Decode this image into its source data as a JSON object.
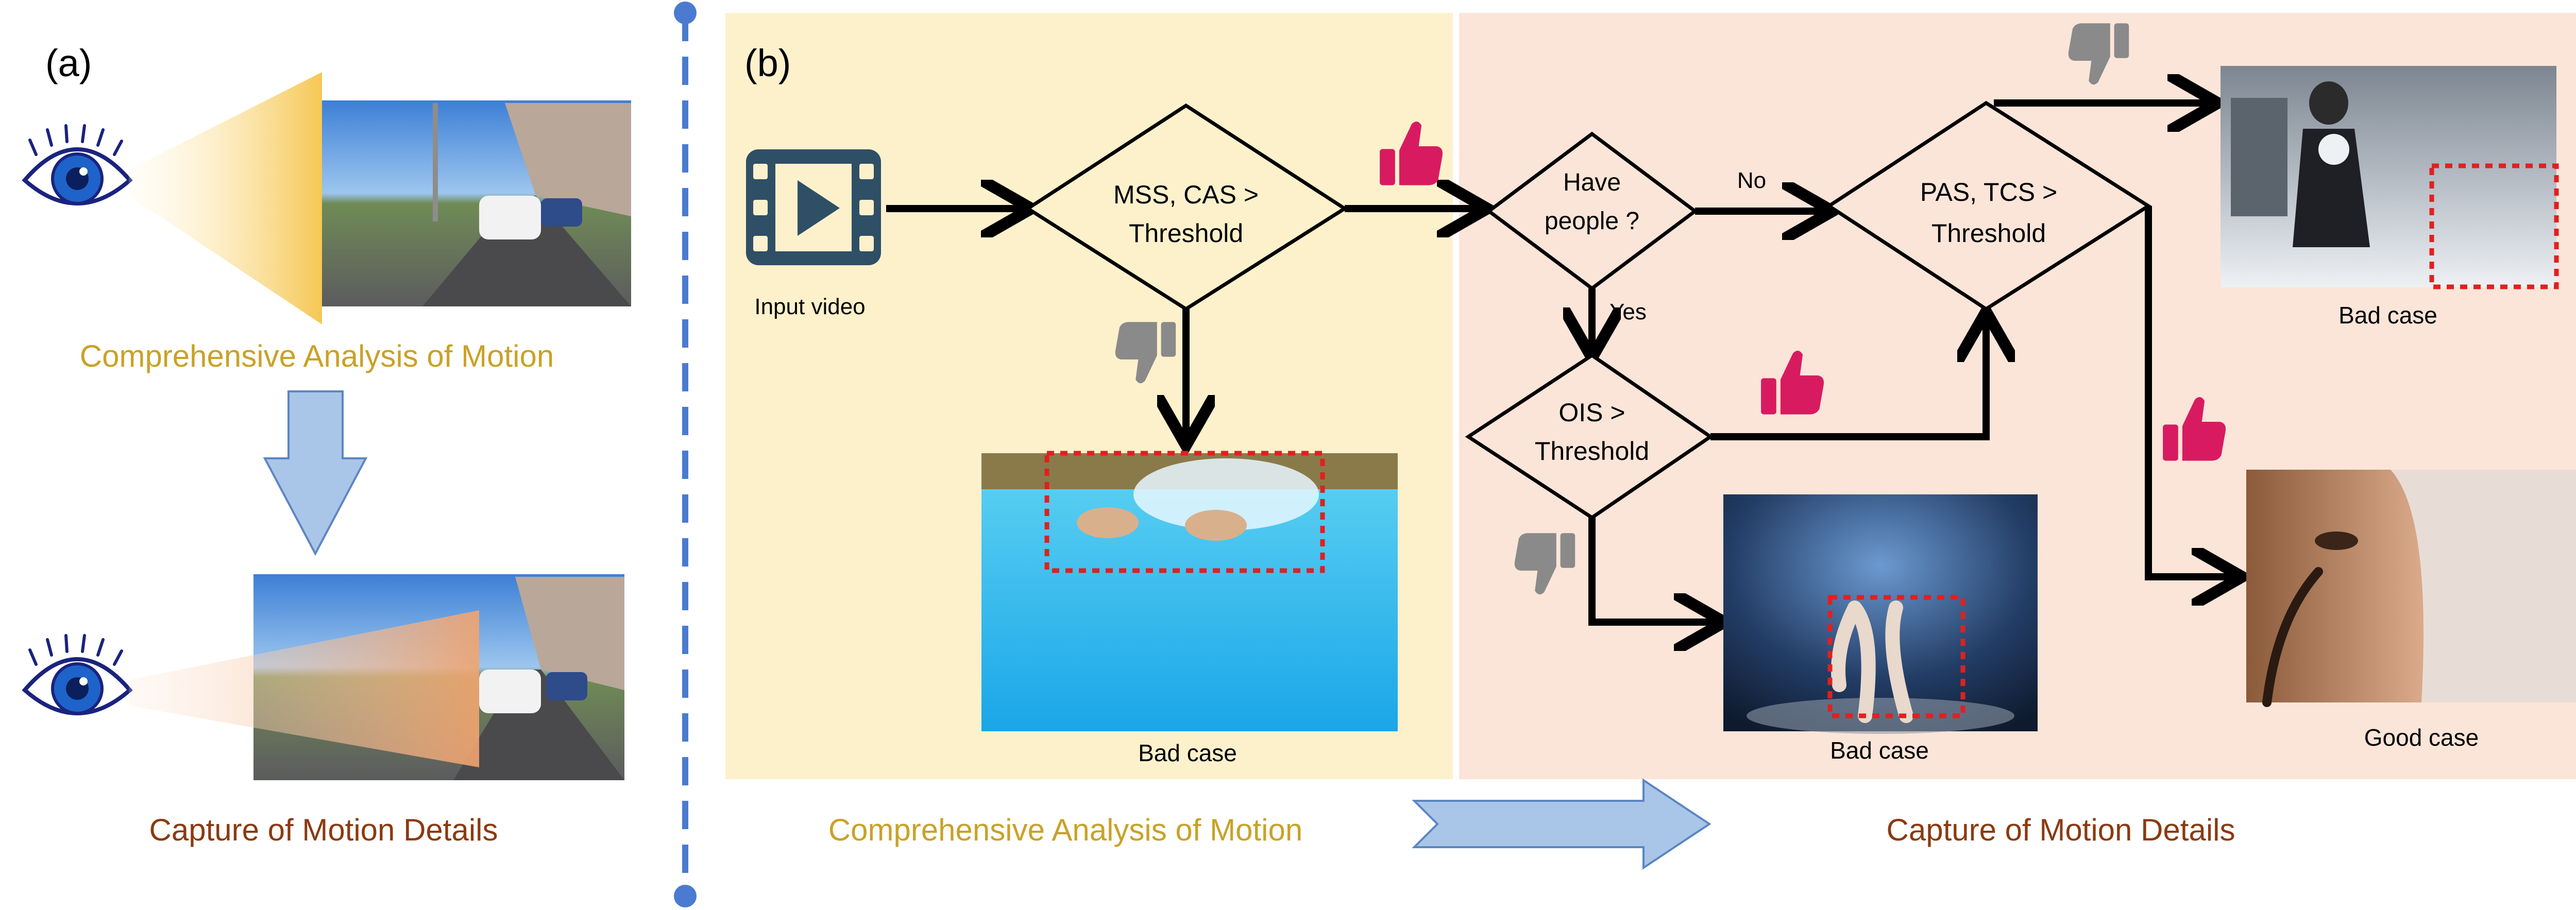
{
  "panel_a": {
    "label": "(a)",
    "top_caption": "Comprehensive Analysis of Motion",
    "bottom_caption": "Capture of Motion Details"
  },
  "panel_b": {
    "label": "(b)",
    "input_label": "Input video",
    "decision1": {
      "line1": "MSS, CAS >",
      "line2": "Threshold"
    },
    "decision2": {
      "line1": "Have",
      "line2": "people ?"
    },
    "decision3": {
      "line1": "PAS, TCS >",
      "line2": "Threshold"
    },
    "decision4": {
      "line1": "OIS >",
      "line2": "Threshold"
    },
    "edge_no": "No",
    "edge_yes": "Yes",
    "case_pool": "Bad case",
    "case_snow": "Bad case",
    "case_dance": "Bad case",
    "case_makeup": "Good case",
    "bottom_left_caption": "Comprehensive Analysis of Motion",
    "bottom_right_caption": "Capture of Motion Details"
  },
  "colors": {
    "gold": "#c9a227",
    "brown": "#8b3a10",
    "left_bg": "#fdf1cc",
    "right_bg": "#fbe5d8",
    "thumb_up": "#d81b60",
    "thumb_down": "#8a8a8a",
    "divider": "#4a7bd0",
    "arrow_blue": "#a9c6e8"
  }
}
